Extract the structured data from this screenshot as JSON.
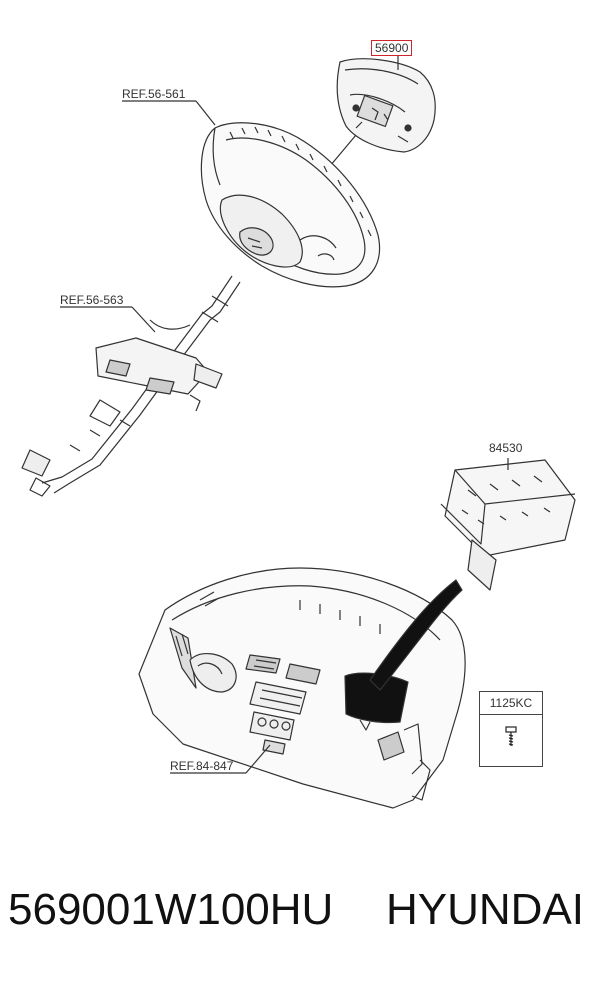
{
  "labels": {
    "airbag_part": "56900",
    "steering_wheel_ref": "REF.56-561",
    "steering_column_ref": "REF.56-563",
    "passenger_airbag": "84530",
    "crash_pad_ref": "REF.84-847",
    "bolt_part": "1125KC"
  },
  "footer": {
    "part_number": "569001W100HU",
    "brand": "HYUNDAI"
  },
  "colors": {
    "highlight_box": "#d0262b",
    "line": "#333333"
  }
}
